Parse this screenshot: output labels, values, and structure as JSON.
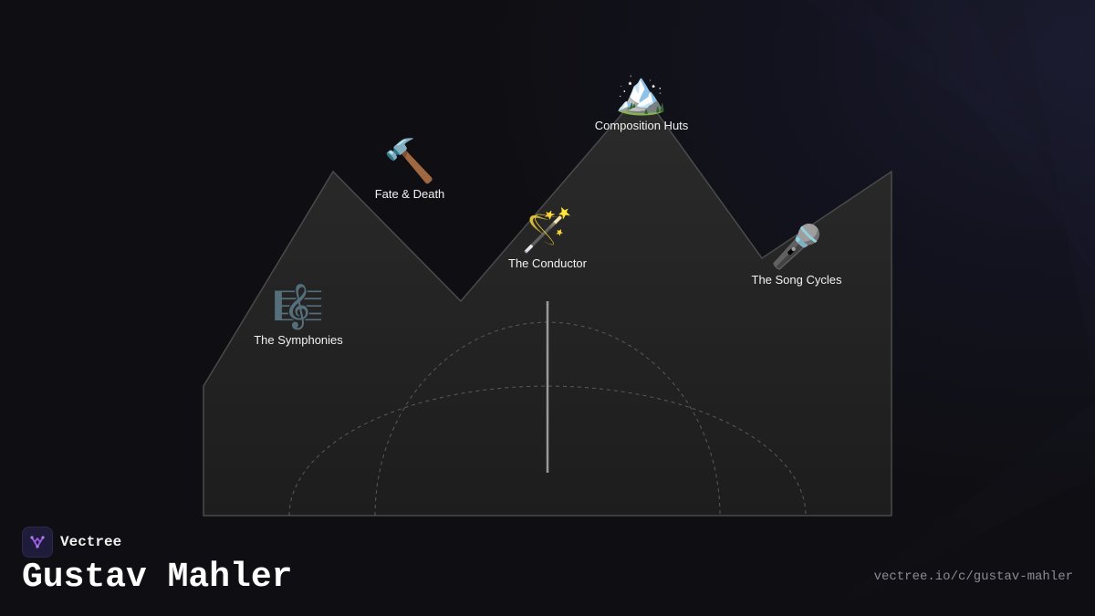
{
  "brand": {
    "name": "Vectree",
    "logo_icon": "branching-tree-logo-icon",
    "logo_color": "#9b5de5"
  },
  "title": "Gustav Mahler",
  "url": "vectree.io/c/gustav-mahler",
  "colors": {
    "background": "#0f0f13",
    "mountain_fill": "#262626",
    "mountain_stroke": "#4a4a4a"
  },
  "nodes": [
    {
      "id": "composition-huts",
      "label": "Composition Huts",
      "emoji": "🏔️",
      "icon": "snowcapped-mountain-icon"
    },
    {
      "id": "fate-death",
      "label": "Fate & Death",
      "emoji": "🔨",
      "icon": "hammer-icon"
    },
    {
      "id": "conductor",
      "label": "The Conductor",
      "emoji": "🪄",
      "icon": "magic-wand-icon"
    },
    {
      "id": "song-cycles",
      "label": "The Song Cycles",
      "emoji": "🎤",
      "icon": "microphone-icon"
    },
    {
      "id": "symphonies",
      "label": "The Symphonies",
      "emoji": "🎼",
      "icon": "musical-score-icon"
    }
  ]
}
